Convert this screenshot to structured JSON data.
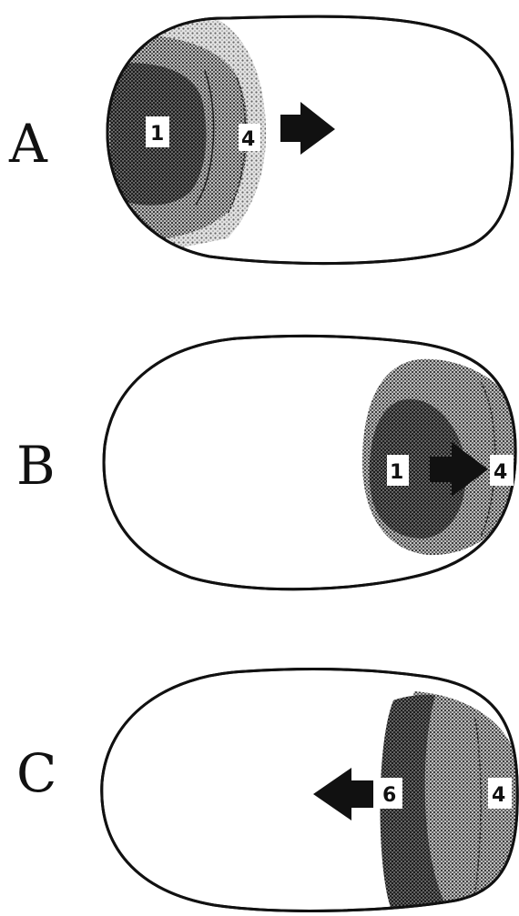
{
  "panels": [
    {
      "letter": "A",
      "tags": [
        "1",
        "4"
      ],
      "arrow_direction": "right"
    },
    {
      "letter": "B",
      "tags": [
        "1",
        "4"
      ],
      "arrow_direction": "right"
    },
    {
      "letter": "C",
      "tags": [
        "6",
        "4"
      ],
      "arrow_direction": "left"
    }
  ],
  "colors": {
    "outline": "#111111",
    "light_stipple": "#bdbdbd",
    "medium_stipple": "#8a8a8a",
    "dark_stipple": "#555555",
    "background": "#ffffff"
  }
}
